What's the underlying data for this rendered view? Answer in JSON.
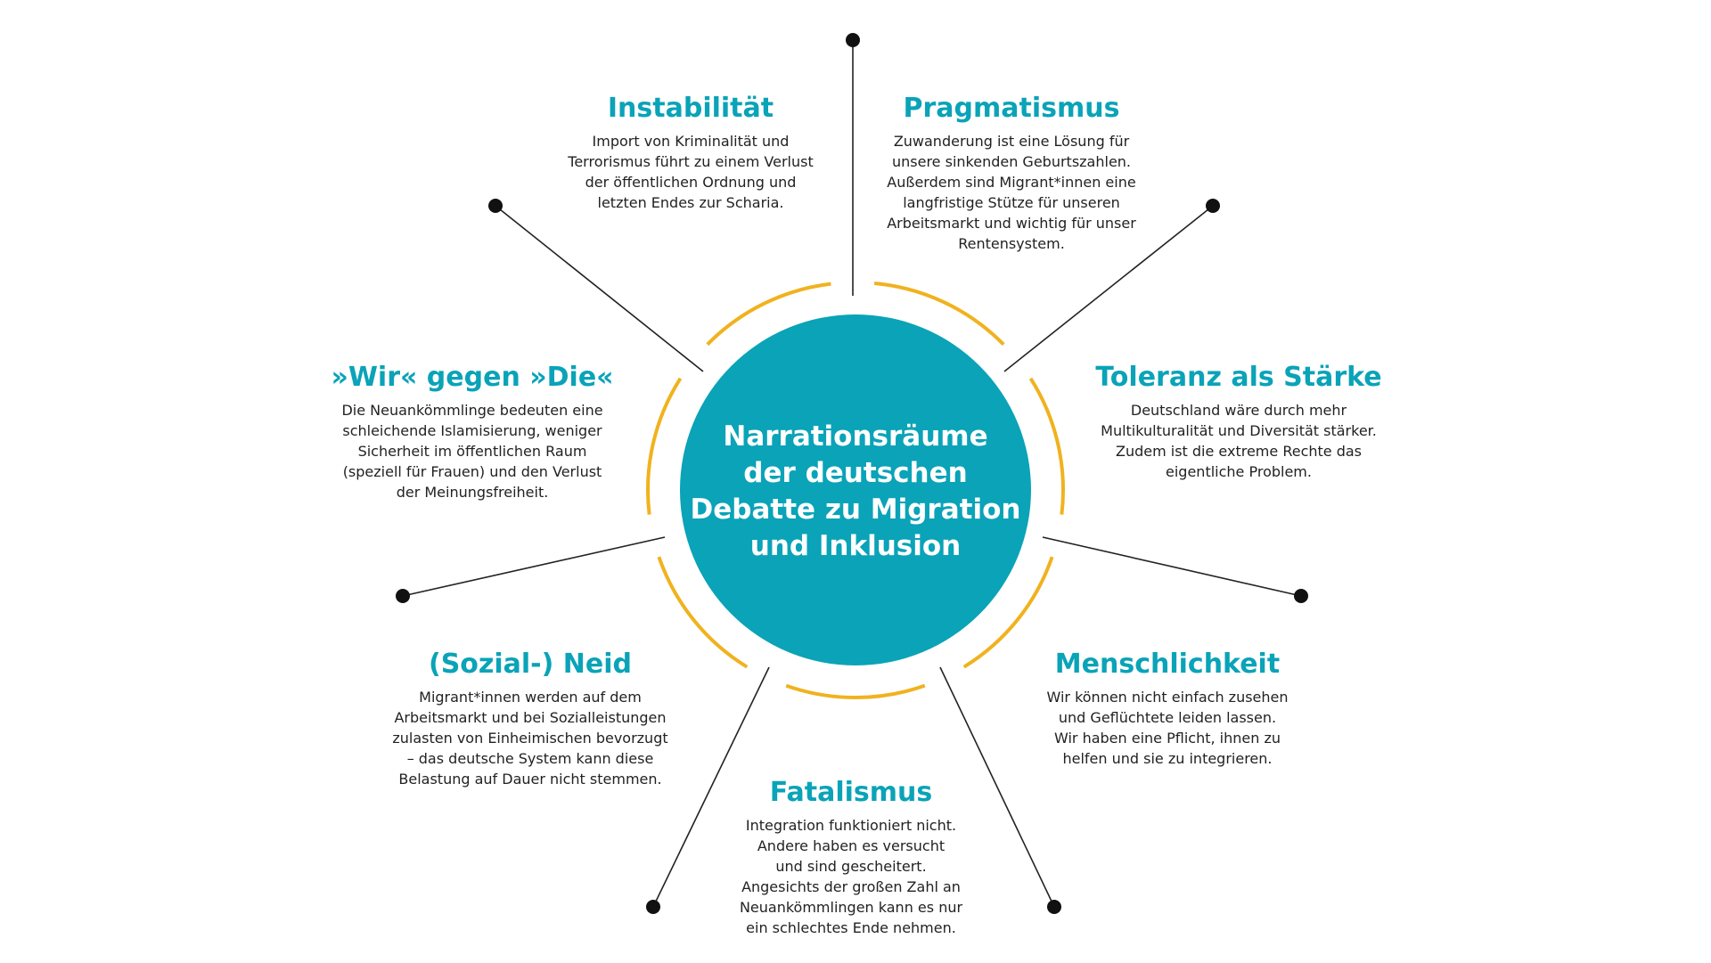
{
  "colors": {
    "center_fill": "#0aa3b8",
    "ring": "#f0b21e",
    "title": "#0aa3b8",
    "text": "#222222",
    "line": "#222222",
    "dot": "#111111"
  },
  "center": {
    "lines": [
      "Narrationsräume",
      "der deutschen",
      "Debatte zu Migration",
      "und Inklusion"
    ]
  },
  "nodes": [
    {
      "id": "instabilitaet",
      "title": "Instabilität",
      "lines": [
        "Import von Kriminalität und",
        "Terrorismus führt zu einem Verlust",
        "der öffentlichen Ordnung und",
        "letzten Endes zur Scharia."
      ]
    },
    {
      "id": "pragmatismus",
      "title": "Pragmatismus",
      "lines": [
        "Zuwanderung ist eine Lösung für",
        "unsere sinkenden Geburtszahlen.",
        "Außerdem sind Migrant*innen eine",
        "langfristige Stütze für unseren",
        "Arbeitsmarkt und wichtig für unser",
        "Rentensystem."
      ]
    },
    {
      "id": "toleranz",
      "title": "Toleranz als Stärke",
      "lines": [
        "Deutschland wäre durch mehr",
        "Multikulturalität und Diversität stärker.",
        "Zudem ist die extreme Rechte das",
        "eigentliche Problem."
      ]
    },
    {
      "id": "wir",
      "title": "»Wir« gegen »Die«",
      "lines": [
        "Die Neuankömmlinge bedeuten eine",
        "schleichende Islamisierung, weniger",
        "Sicherheit im öffentlichen Raum",
        "(speziell für Frauen) und den Verlust",
        "der Meinungsfreiheit."
      ]
    },
    {
      "id": "menschlichkeit",
      "title": "Menschlichkeit",
      "lines": [
        "Wir können nicht einfach zusehen",
        "und Geflüchtete leiden lassen.",
        "Wir haben eine Pflicht, ihnen zu",
        "helfen und sie zu integrieren."
      ]
    },
    {
      "id": "neid",
      "title": "(Sozial-) Neid",
      "lines": [
        "Migrant*innen werden auf dem",
        "Arbeitsmarkt und bei Sozialleistungen",
        "zulasten von Einheimischen bevorzugt",
        "– das deutsche System kann diese",
        "Belastung auf Dauer nicht stemmen."
      ]
    },
    {
      "id": "fatalismus",
      "title": "Fatalismus",
      "lines": [
        "Integration funktioniert nicht.",
        "Andere haben es versucht",
        "und sind gescheitert.",
        "Angesichts der großen Zahl an",
        "Neuankömmlingen kann es nur",
        "ein schlechtes Ende nehmen."
      ]
    }
  ]
}
